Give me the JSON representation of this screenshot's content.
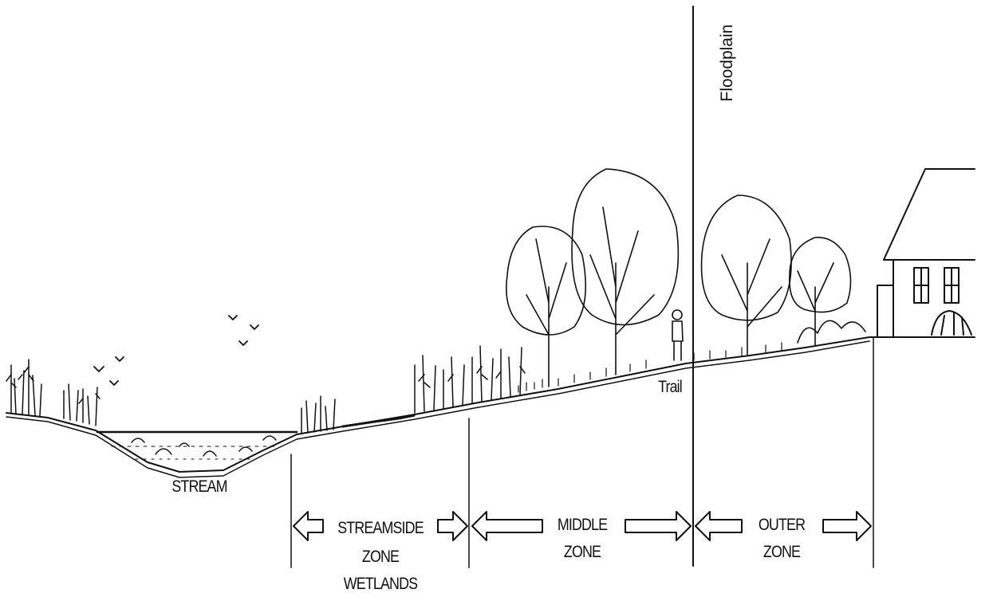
{
  "labels": {
    "floodplain": "Floodplain",
    "trail": "Trail",
    "stream": "STREAM",
    "streamside_zone": [
      "STREAMSIDE",
      "ZONE",
      "WETLANDS"
    ],
    "middle_zone": [
      "MIDDLE",
      "ZONE"
    ],
    "outer_zone": [
      "OUTER",
      "ZONE"
    ]
  },
  "colors": {
    "ink": "#111111",
    "background": "#ffffff"
  }
}
